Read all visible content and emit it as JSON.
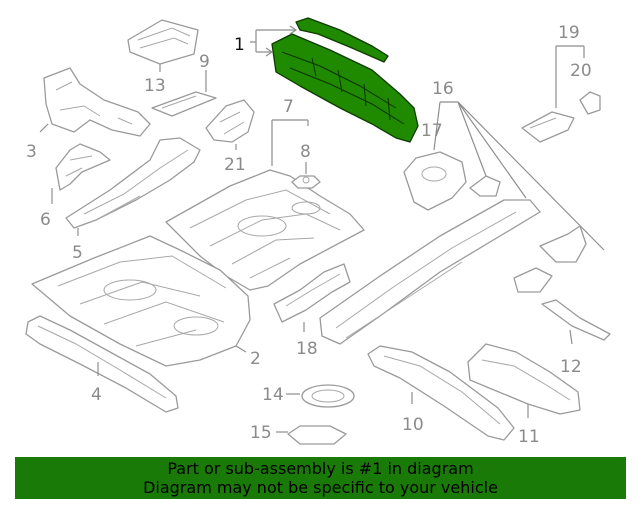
{
  "diagram": {
    "callouts": {
      "c1": "1",
      "c2": "2",
      "c3": "3",
      "c4": "4",
      "c5": "5",
      "c6": "6",
      "c7": "7",
      "c8": "8",
      "c9": "9",
      "c10": "10",
      "c11": "11",
      "c12": "12",
      "c13": "13",
      "c14": "14",
      "c15": "15",
      "c16": "16",
      "c17": "17",
      "c18": "18",
      "c19": "19",
      "c20": "20",
      "c21": "21"
    },
    "highlight_color": "#1f8a00"
  },
  "banner": {
    "line1": "Part or sub-assembly is #1 in diagram",
    "line2": "Diagram may not be specific to your vehicle",
    "background": "#1a7a07"
  }
}
